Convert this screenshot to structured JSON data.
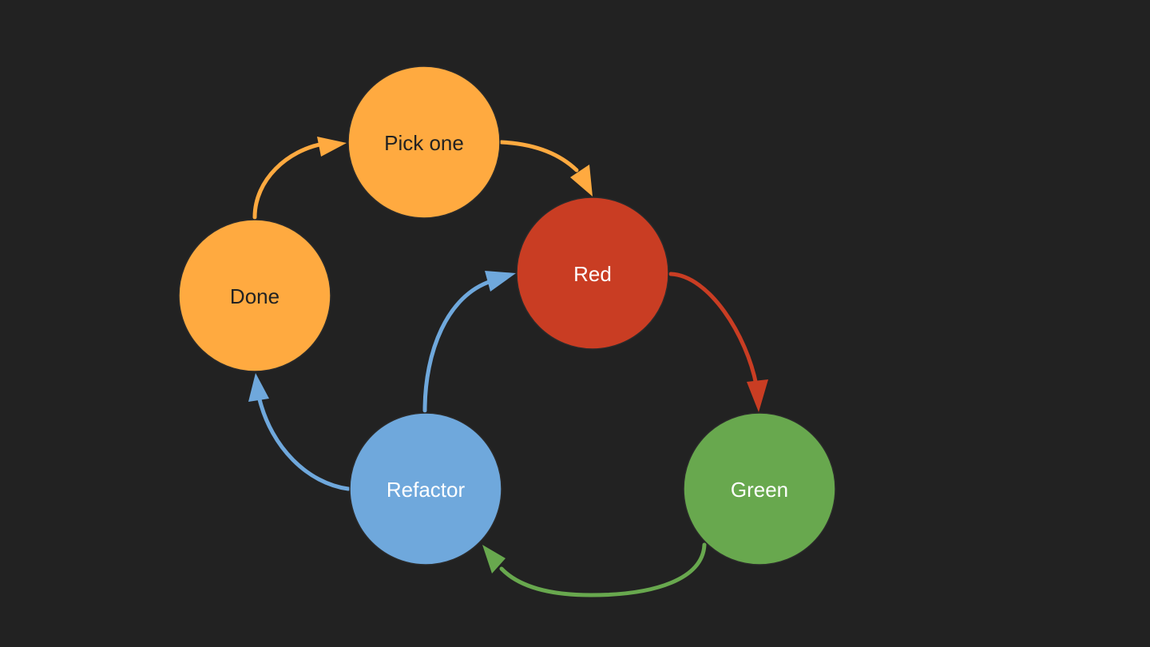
{
  "background": "#222222",
  "nodes": {
    "pick_one": {
      "label": "Pick one",
      "fill": "#FFAA40",
      "text_color": "#222222"
    },
    "red": {
      "label": "Red",
      "fill": "#C93D23",
      "text_color": "#FFFFFF"
    },
    "green": {
      "label": "Green",
      "fill": "#68A84E",
      "text_color": "#FFFFFF"
    },
    "refactor": {
      "label": "Refactor",
      "fill": "#6FA8DC",
      "text_color": "#FFFFFF"
    },
    "done": {
      "label": "Done",
      "fill": "#FFAA40",
      "text_color": "#222222"
    }
  },
  "edges": [
    {
      "from": "done",
      "to": "pick_one",
      "color": "#FFAA40"
    },
    {
      "from": "pick_one",
      "to": "red",
      "color": "#FFAA40"
    },
    {
      "from": "red",
      "to": "green",
      "color": "#C93D23"
    },
    {
      "from": "green",
      "to": "refactor",
      "color": "#68A84E"
    },
    {
      "from": "refactor",
      "to": "red",
      "color": "#6FA8DC"
    },
    {
      "from": "refactor",
      "to": "done",
      "color": "#6FA8DC"
    }
  ]
}
